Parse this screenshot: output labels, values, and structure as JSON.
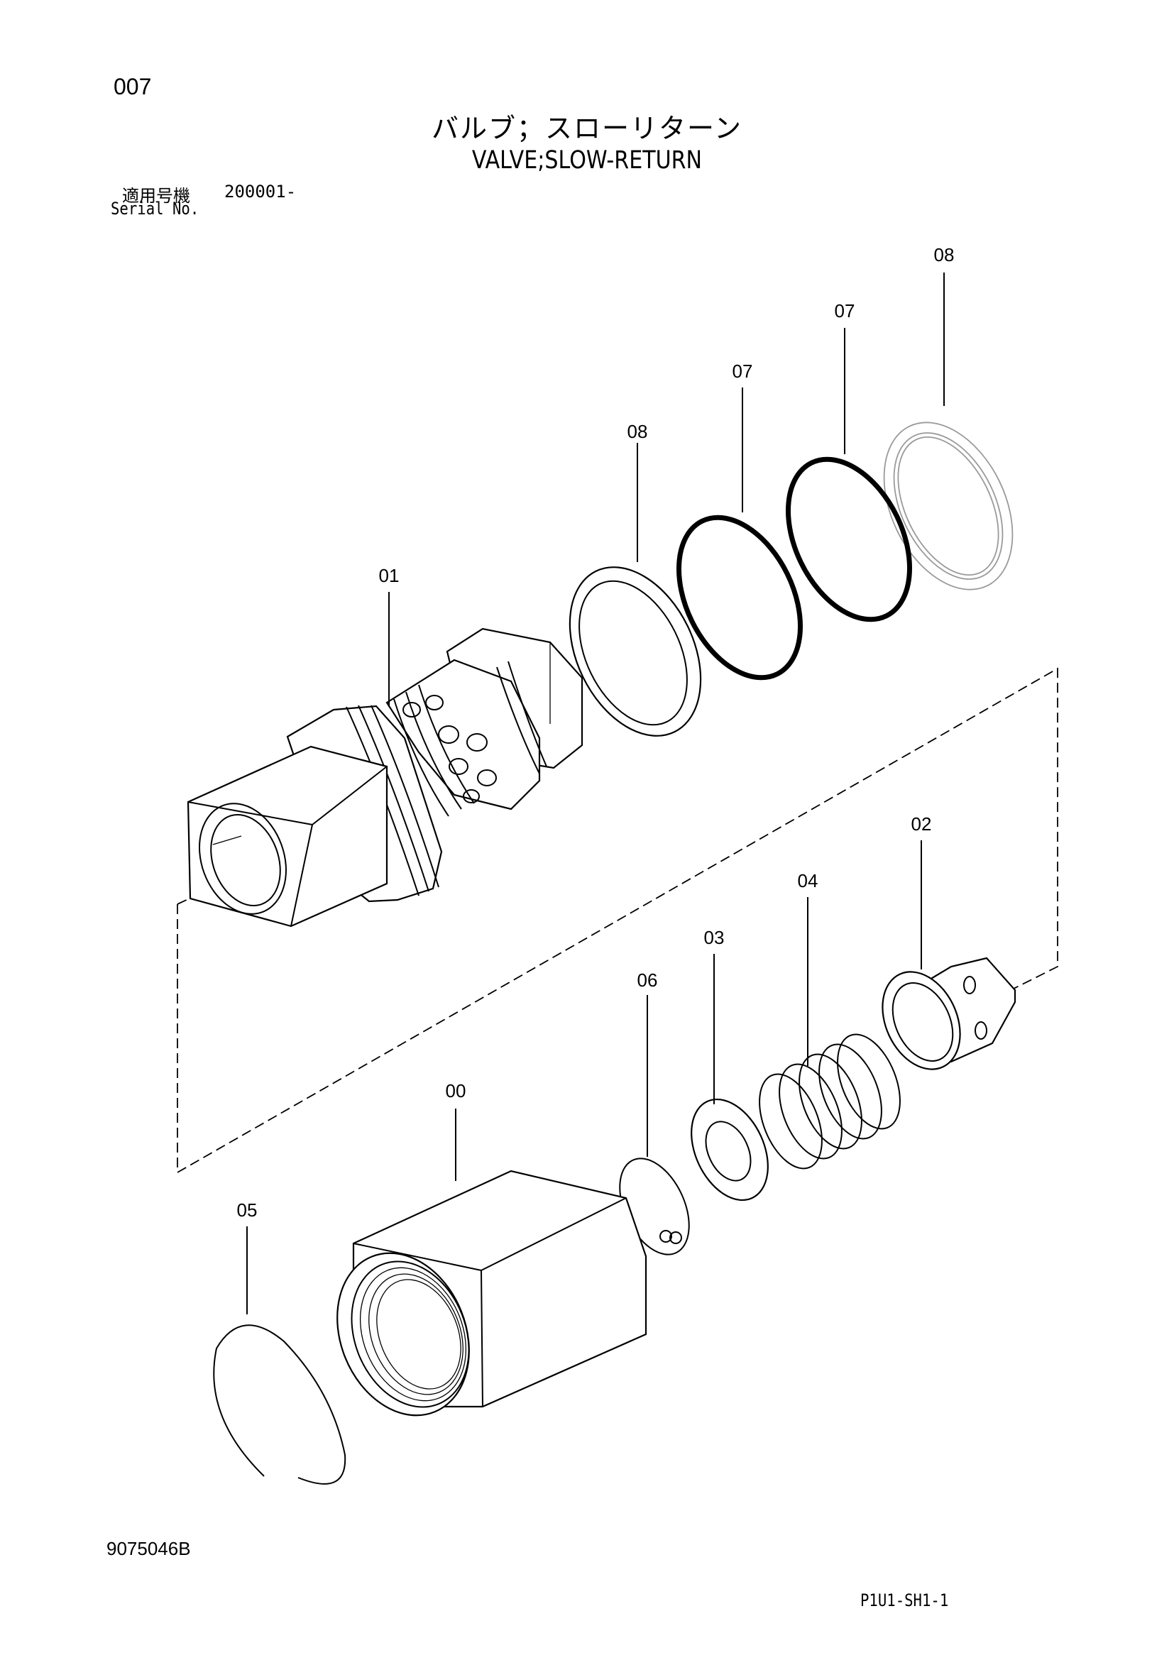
{
  "header": {
    "page_number": "007",
    "title_jp": "バルブ；スローリターン",
    "title_en": "VALVE;SLOW-RETURN",
    "serial_label_jp": "適用号機",
    "serial_value": "200001-",
    "serial_label_en": "Serial No."
  },
  "parts": [
    {
      "id": "part-00",
      "label": "00",
      "shape": "hex-nut-housing"
    },
    {
      "id": "part-01",
      "label": "01",
      "shape": "valve-body"
    },
    {
      "id": "part-02",
      "label": "02",
      "shape": "poppet"
    },
    {
      "id": "part-03",
      "label": "03",
      "shape": "washer"
    },
    {
      "id": "part-04",
      "label": "04",
      "shape": "coil-spring"
    },
    {
      "id": "part-05",
      "label": "05",
      "shape": "snap-ring"
    },
    {
      "id": "part-06",
      "label": "06",
      "shape": "retaining-ring"
    },
    {
      "id": "part-07a",
      "label": "07",
      "shape": "o-ring"
    },
    {
      "id": "part-07b",
      "label": "07",
      "shape": "o-ring"
    },
    {
      "id": "part-08a",
      "label": "08",
      "shape": "backup-ring"
    },
    {
      "id": "part-08b",
      "label": "08",
      "shape": "backup-ring"
    }
  ],
  "footer": {
    "drawing_number": "9075046B",
    "sheet_reference": "P1U1-SH1-1"
  }
}
